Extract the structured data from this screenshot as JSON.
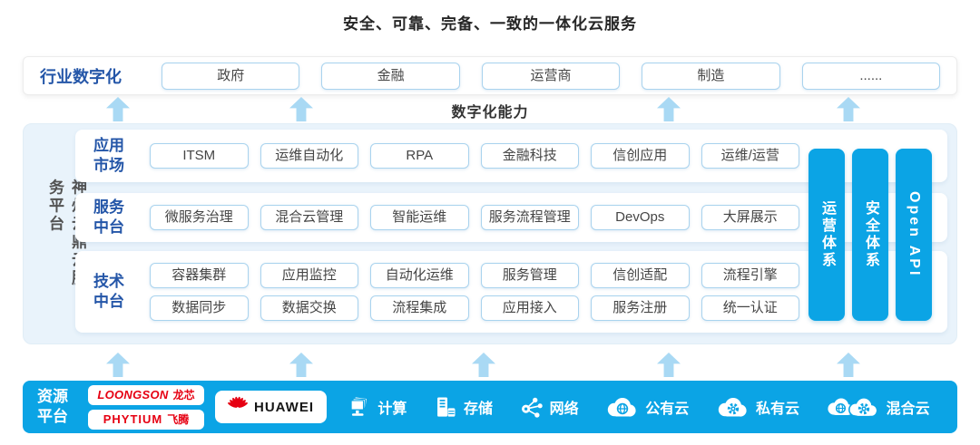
{
  "title": "安全、可靠、完备、一致的一体化云服务",
  "colors": {
    "accent": "#0ba4e5",
    "arrow": "#a9d9f4",
    "panel": "#e9f3fb",
    "label_blue": "#2456a8",
    "chip_border": "#a9d3ee",
    "logo_red": "#e60012"
  },
  "industry_row": {
    "label": "行业数字化",
    "items": [
      "政府",
      "金融",
      "运营商",
      "制造",
      "......"
    ]
  },
  "digital_capability_label": "数字化能力",
  "platform": {
    "side_label": "神州云鼎云服务平台",
    "rows": [
      {
        "label": "应用市场",
        "lines": [
          [
            "ITSM",
            "运维自动化",
            "RPA",
            "金融科技",
            "信创应用",
            "运维/运营"
          ]
        ]
      },
      {
        "label": "服务中台",
        "lines": [
          [
            "微服务治理",
            "混合云管理",
            "智能运维",
            "服务流程管理",
            "DevOps",
            "大屏展示"
          ]
        ]
      },
      {
        "label": "技术中台",
        "lines": [
          [
            "容器集群",
            "应用监控",
            "自动化运维",
            "服务管理",
            "信创适配",
            "流程引擎"
          ],
          [
            "数据同步",
            "数据交换",
            "流程集成",
            "应用接入",
            "服务注册",
            "统一认证"
          ]
        ]
      }
    ],
    "pillars": [
      "运营体系",
      "安全体系",
      "Open API"
    ]
  },
  "resource_bar": {
    "label": "资源平台",
    "logos": [
      {
        "name": "loongson",
        "text": "LOONGSON",
        "suffix": "龙芯"
      },
      {
        "name": "phytium",
        "text": "PHYTIUM",
        "suffix": "飞腾"
      },
      {
        "name": "huawei",
        "text": "HUAWEI"
      }
    ],
    "resources": [
      {
        "icon": "compute-icon",
        "label": "计算"
      },
      {
        "icon": "storage-icon",
        "label": "存储"
      },
      {
        "icon": "network-icon",
        "label": "网络"
      },
      {
        "icon": "public-cloud-icon",
        "label": "公有云"
      },
      {
        "icon": "private-cloud-icon",
        "label": "私有云"
      },
      {
        "icon": "hybrid-cloud-icon",
        "label": "混合云"
      }
    ]
  }
}
